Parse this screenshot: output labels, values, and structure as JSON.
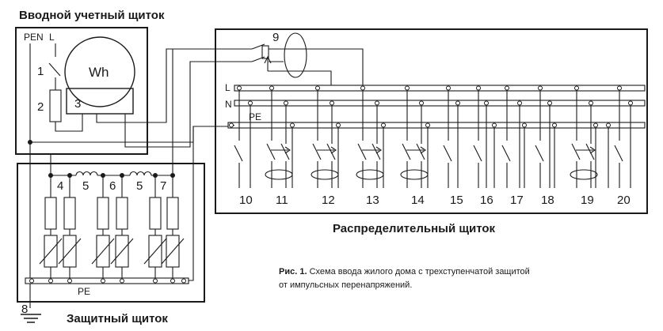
{
  "titles": {
    "input_panel": "Вводной учетный щиток",
    "distribution_panel": "Распределительный щиток",
    "protection_panel": "Защитный щиток"
  },
  "caption": {
    "figure": "Рис. 1.",
    "line1": " Схема ввода жилого дома с трехступенчатой защитой",
    "line2": "от импульсных перенапряжений."
  },
  "labels": {
    "pen": "PEN",
    "l": "L",
    "n": "N",
    "pe": "PE",
    "meter": "Wh"
  },
  "numbers": {
    "n1": "1",
    "n2": "2",
    "n3": "3",
    "n4": "4",
    "n5a": "5",
    "n6": "6",
    "n5b": "5",
    "n7": "7",
    "n8": "8",
    "n9": "9",
    "n10": "10",
    "n11": "11",
    "n12": "12",
    "n13": "13",
    "n14": "14",
    "n15": "15",
    "n16": "16",
    "n17": "17",
    "n18": "18",
    "n19": "19",
    "n20": "20"
  }
}
